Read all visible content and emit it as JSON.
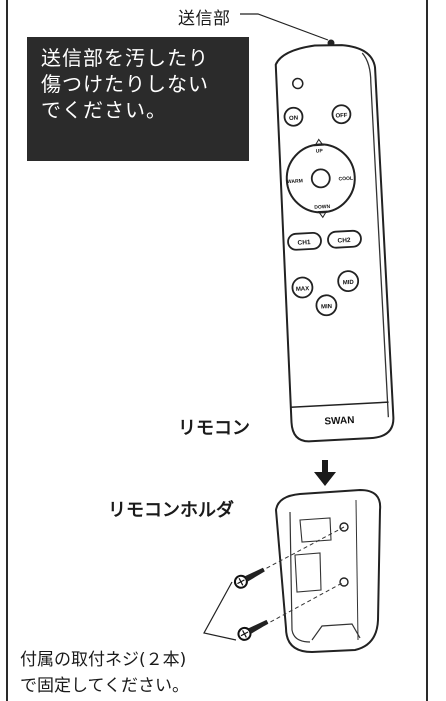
{
  "transmitter_label": "送信部",
  "warning": {
    "line1": "送信部を汚したり",
    "line2": "傷つけたりしない",
    "line3": "でください。"
  },
  "remote_label": "リモコン",
  "holder_label": "リモコンホルダ",
  "remote_buttons": {
    "on": "ON",
    "off": "OFF",
    "up": "UP",
    "down": "DOWN",
    "warm": "WARM",
    "cool": "COOL",
    "ch1": "CH1",
    "ch2": "CH2",
    "max": "MAX",
    "mid": "MID",
    "min": "MIN"
  },
  "brand": "SWAN",
  "instruction": {
    "line1": "付属の取付ネジ(２本)",
    "line2": "で固定してください。"
  }
}
